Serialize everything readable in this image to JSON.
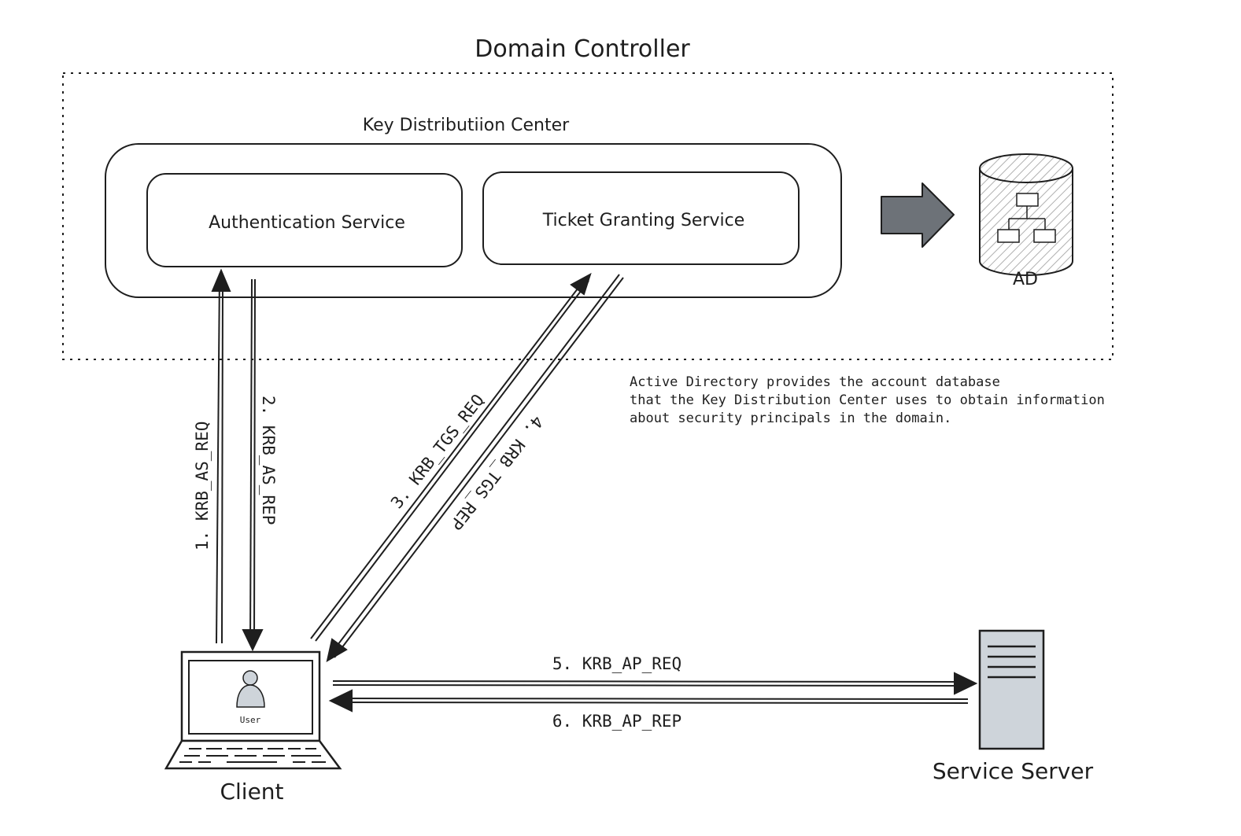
{
  "diagram": {
    "domain_controller": {
      "title": "Domain Controller"
    },
    "kdc": {
      "title": "Key Distributiion Center",
      "authentication_service": "Authentication Service",
      "ticket_granting_service": "Ticket Granting Service"
    },
    "active_directory": {
      "label": "AD",
      "note": [
        "Active Directory provides the account database",
        "that the Key Distribution Center uses to obtain information",
        "about security principals in the domain."
      ]
    },
    "client": {
      "label": "Client",
      "user_label": "User"
    },
    "service_server": {
      "label": "Service Server"
    },
    "messages": {
      "as_req": "1. KRB_AS_REQ",
      "as_rep": "2. KRB_AS_REP",
      "tgs_req": "3. KRB_TGS_REQ",
      "tgs_rep": "4. KRB_TGS_REP",
      "ap_req": "5. KRB_AP_REQ",
      "ap_rep": "6. KRB_AP_REP"
    },
    "colors": {
      "stroke": "#1e1e1e",
      "big_arrow_fill": "#6d7278",
      "server_fill": "#ced4da",
      "hatch": "#b0b0b0"
    }
  }
}
